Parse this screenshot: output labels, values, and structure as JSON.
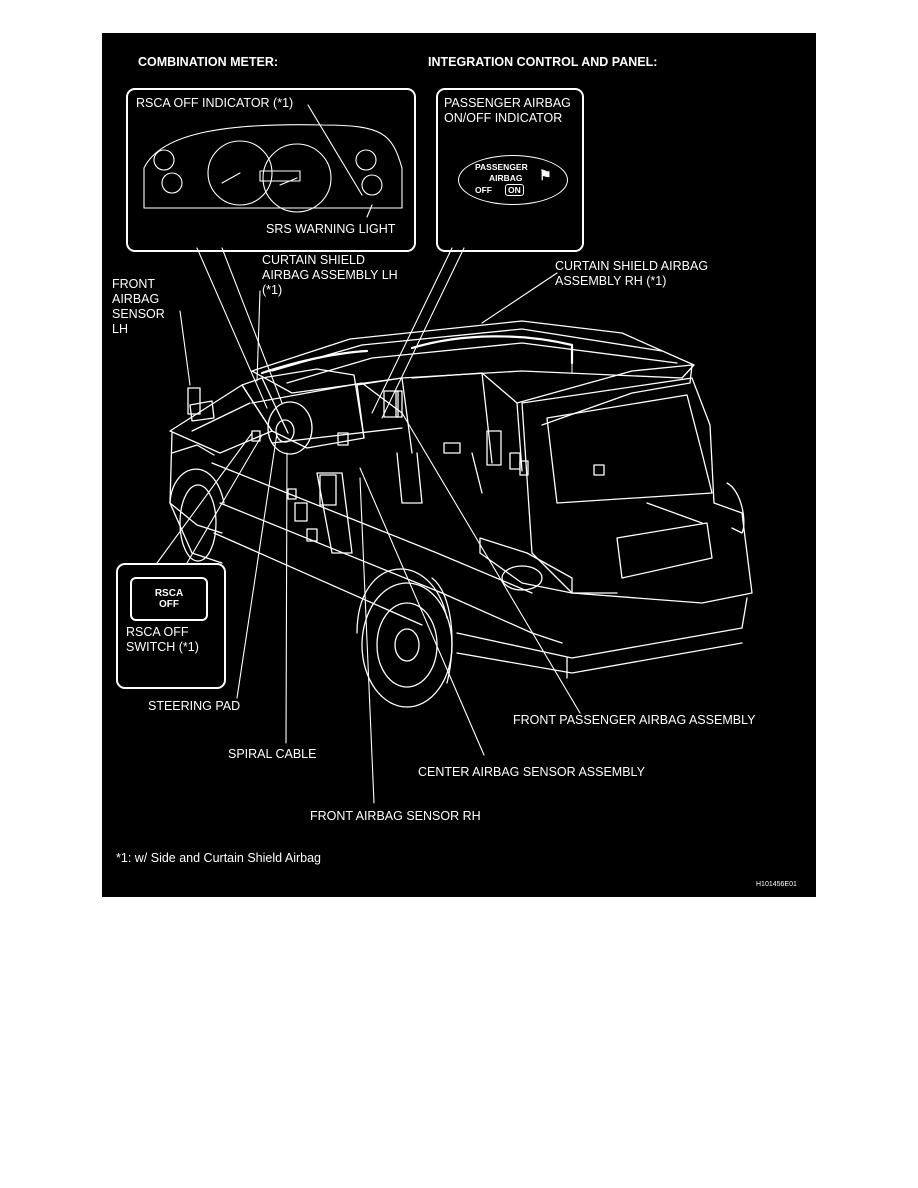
{
  "diagram": {
    "headers": {
      "combination_meter": "COMBINATION METER:",
      "integration_control": "INTEGRATION CONTROL AND PANEL:"
    },
    "insets": {
      "meter": {
        "rsca_off_indicator": "RSCA OFF INDICATOR (*1)",
        "srs_warning_light": "SRS WARNING LIGHT"
      },
      "passenger": {
        "title": "PASSENGER AIRBAG ON/OFF INDICATOR",
        "panel_line1": "PASSENGER",
        "panel_line2": "AIRBAG",
        "panel_line3": "OFF",
        "panel_on": "ON"
      },
      "switch": {
        "button_line1": "RSCA",
        "button_line2": "OFF",
        "caption": "RSCA OFF SWITCH (*1)"
      }
    },
    "labels": {
      "curtain_lh": "CURTAIN SHIELD AIRBAG ASSEMBLY LH (*1)",
      "curtain_rh": "CURTAIN SHIELD AIRBAG ASSEMBLY RH (*1)",
      "front_sensor_lh": "FRONT AIRBAG SENSOR LH",
      "steering_pad": "STEERING PAD",
      "spiral_cable": "SPIRAL CABLE",
      "front_passenger_airbag": "FRONT PASSENGER AIRBAG ASSEMBLY",
      "center_sensor": "CENTER AIRBAG SENSOR ASSEMBLY",
      "front_sensor_rh": "FRONT AIRBAG SENSOR RH"
    },
    "footnote": "*1: w/ Side and Curtain Shield Airbag",
    "figure_code": "H101456E01",
    "colors": {
      "background": "#000000",
      "line": "#ffffff"
    }
  }
}
